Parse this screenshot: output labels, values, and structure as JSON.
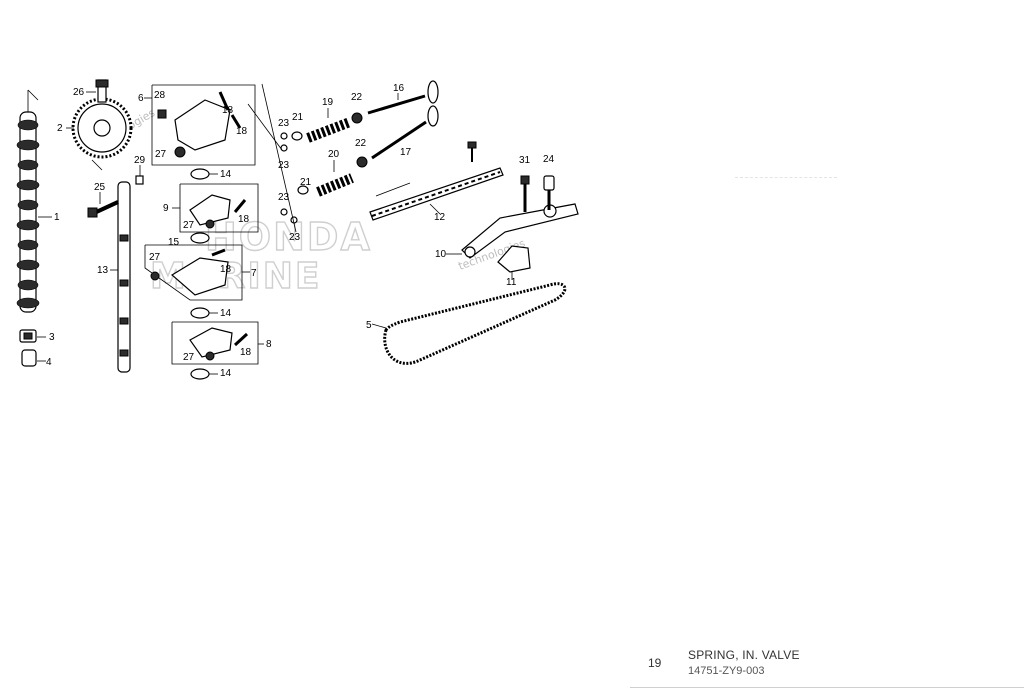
{
  "diagram": {
    "callouts": {
      "c1": "1",
      "c2": "2",
      "c3": "3",
      "c4": "4",
      "c5": "5",
      "c6": "6",
      "c7": "7",
      "c8": "8",
      "c9": "9",
      "c10": "10",
      "c11": "11",
      "c12": "12",
      "c13": "13",
      "c14a": "14",
      "c14b": "14",
      "c14c": "14",
      "c15": "15",
      "c16": "16",
      "c17": "17",
      "c18a": "18",
      "c18b": "18",
      "c18c": "18",
      "c18d": "18",
      "c18e": "18",
      "c19": "19",
      "c20": "20",
      "c21a": "21",
      "c21b": "21",
      "c22a": "22",
      "c22b": "22",
      "c23a": "23",
      "c23b": "23",
      "c23c": "23",
      "c23d": "23",
      "c24": "24",
      "c25": "25",
      "c26": "26",
      "c27a": "27",
      "c27b": "27",
      "c27c": "27",
      "c27d": "27",
      "c28": "28",
      "c29": "29",
      "c31": "31"
    },
    "watermarks": {
      "brand_line1": "HONDA",
      "brand_line2": "MARINE",
      "tech1": "technologies",
      "tech2": "technologies"
    }
  },
  "selected_part": {
    "ref_number": "19",
    "name": "SPRING, IN. VALVE",
    "part_number": "14751-ZY9-003"
  }
}
